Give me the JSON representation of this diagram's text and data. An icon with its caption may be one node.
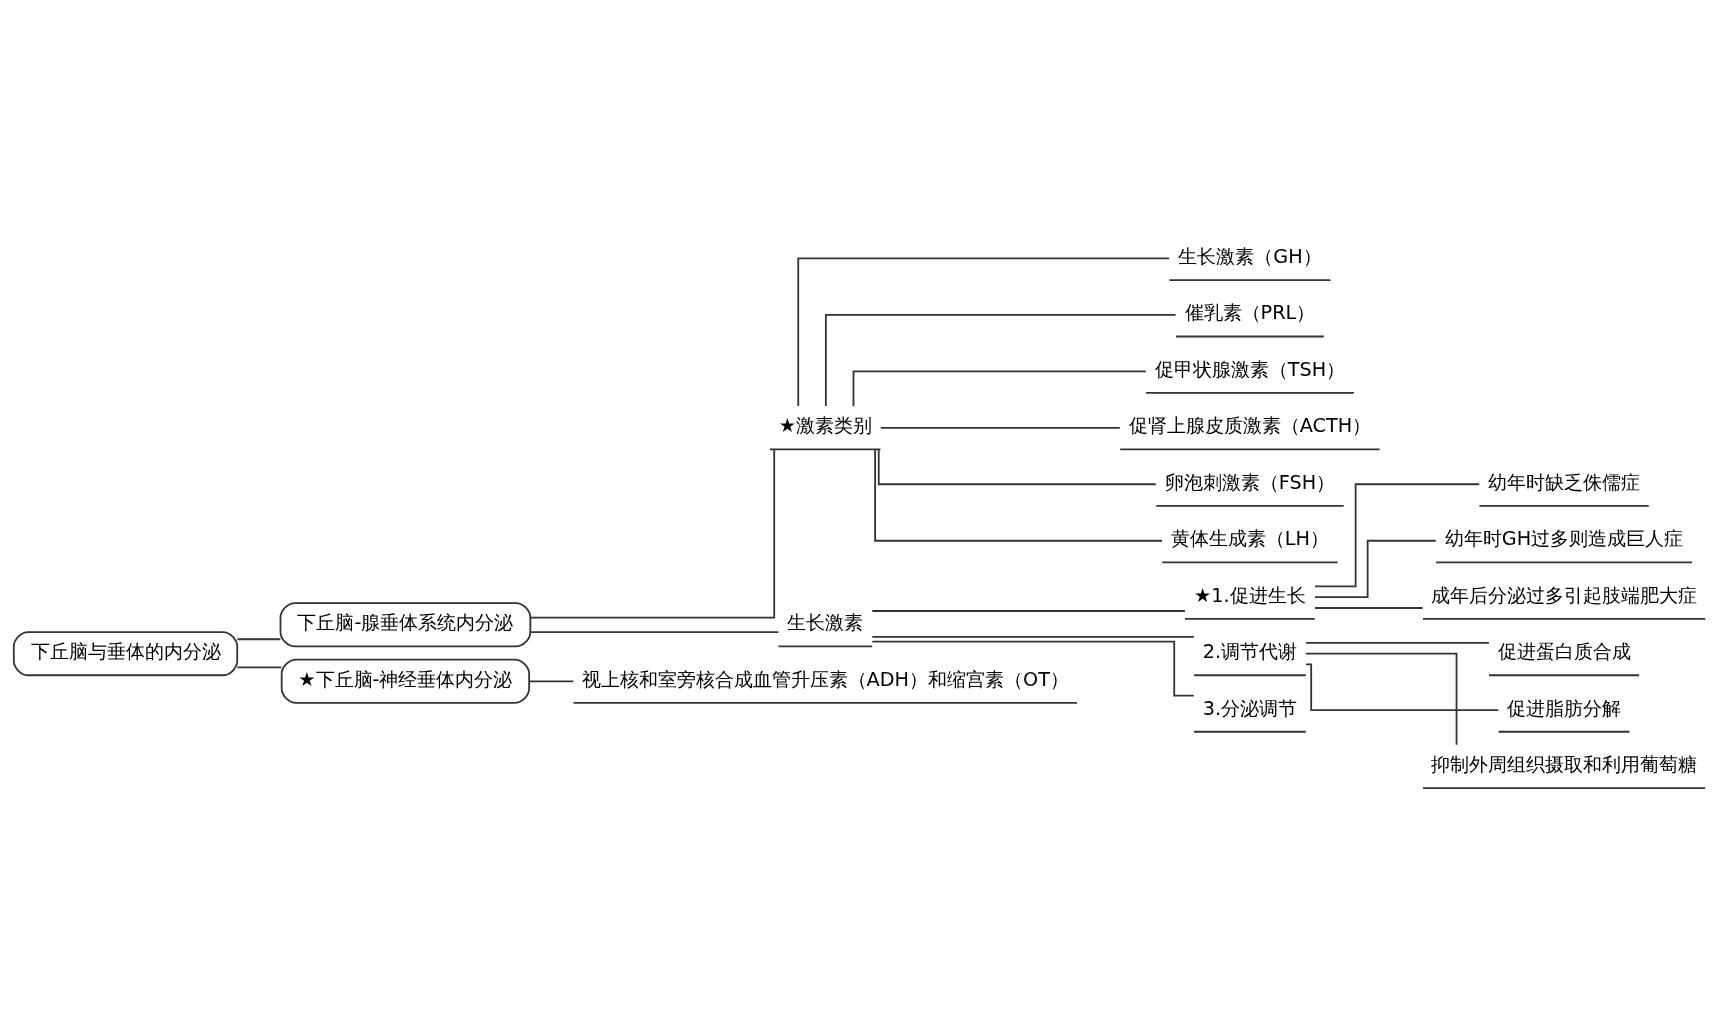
{
  "diagram": {
    "nodes": [
      {
        "text": [
          "下丘脑与垂体的内分泌"
        ]
      },
      {
        "text": [
          "下丘脑-腺垂体系统内分泌"
        ]
      },
      {
        "text": [
          "★激素类别"
        ]
      },
      {
        "text": [
          "生长激素（GH）"
        ]
      },
      {
        "text": [
          "催乳素（PRL）"
        ]
      },
      {
        "text": [
          "促甲状腺激素（TSH）"
        ]
      },
      {
        "text": [
          "促肾上腺皮质激素（ACTH）"
        ]
      },
      {
        "text": [
          "卵泡刺激素（FSH）"
        ]
      },
      {
        "text": [
          "黄体生成素（LH）"
        ]
      },
      {
        "text": [
          "生长激素"
        ]
      },
      {
        "text": [
          "★1.促进生长"
        ]
      },
      {
        "text": [
          "幼年时缺乏侏儒症"
        ]
      },
      {
        "text": [
          "幼年时GH过多则造成巨人症"
        ]
      },
      {
        "text": [
          "成年后分泌过多引起肢端肥大症"
        ]
      },
      {
        "text": [
          "2.调节代谢"
        ]
      },
      {
        "text": [
          "促进蛋白质合成"
        ]
      },
      {
        "text": [
          "促进脂肪分解"
        ]
      },
      {
        "text": [
          "抑制外周组织摄取和利用葡萄糖"
        ]
      },
      {
        "text": [
          "3.分泌调节"
        ]
      },
      {
        "text": [
          "★下丘脑-神经垂体内分泌"
        ]
      },
      {
        "text": [
          "视上核和室旁核合成血管升压素（ADH）和缩宫素（OT）"
        ]
      }
    ],
    "edges": [
      {
        "from": 0,
        "to": 1,
        "arrow": "none"
      },
      {
        "from": 0,
        "to": 19,
        "arrow": "none"
      },
      {
        "from": 1,
        "to": 2,
        "arrow": "none"
      },
      {
        "from": 2,
        "to": 3,
        "arrow": "none"
      },
      {
        "from": 2,
        "to": 4,
        "arrow": "none"
      },
      {
        "from": 2,
        "to": 5,
        "arrow": "none"
      },
      {
        "from": 2,
        "to": 6,
        "arrow": "none"
      },
      {
        "from": 2,
        "to": 7,
        "arrow": "none"
      },
      {
        "from": 2,
        "to": 8,
        "arrow": "none"
      },
      {
        "from": 1,
        "to": 9,
        "arrow": "none"
      },
      {
        "from": 9,
        "to": 10,
        "arrow": "none"
      },
      {
        "from": 10,
        "to": 11,
        "arrow": "none"
      },
      {
        "from": 10,
        "to": 12,
        "arrow": "none"
      },
      {
        "from": 10,
        "to": 13,
        "arrow": "none"
      },
      {
        "from": 9,
        "to": 14,
        "arrow": "none"
      },
      {
        "from": 14,
        "to": 15,
        "arrow": "none"
      },
      {
        "from": 14,
        "to": 16,
        "arrow": "none"
      },
      {
        "from": 14,
        "to": 17,
        "arrow": "none"
      },
      {
        "from": 9,
        "to": 18,
        "arrow": "none"
      },
      {
        "from": 19,
        "to": 20,
        "arrow": "none"
      }
    ]
  }
}
